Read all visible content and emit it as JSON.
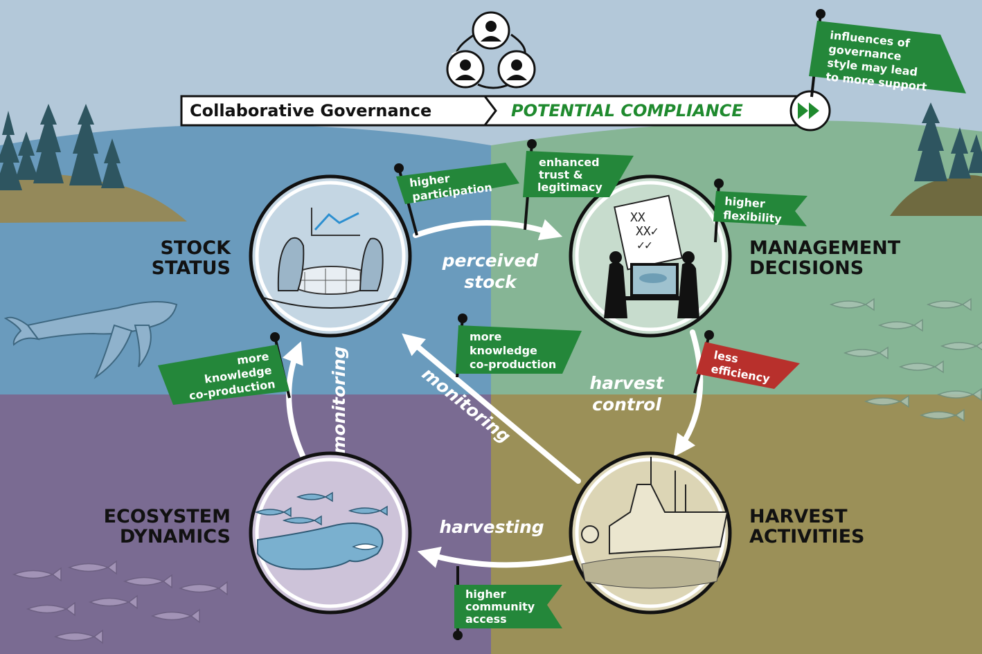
{
  "banner": {
    "left_text": "Collaborative Governance",
    "right_text": "POTENTIAL COMPLIANCE"
  },
  "nodes": {
    "stock_status": [
      "STOCK",
      "STATUS"
    ],
    "management_decisions": [
      "MANAGEMENT",
      "DECISIONS"
    ],
    "harvest_activities": [
      "HARVEST",
      "ACTIVITIES"
    ],
    "ecosystem_dynamics": [
      "ECOSYSTEM",
      "DYNAMICS"
    ]
  },
  "flows": {
    "perceived_stock": [
      "perceived",
      "stock"
    ],
    "harvest_control": [
      "harvest",
      "control"
    ],
    "harvesting": "harvesting",
    "monitoring_vertical": "monitoring",
    "monitoring_diagonal": "monitoring"
  },
  "flags": {
    "governance_support": [
      "influences of",
      "governance",
      "style may lead",
      "to more support"
    ],
    "higher_participation": [
      "higher",
      "participation"
    ],
    "trust_legitimacy": [
      "enhanced",
      "trust &",
      "legitimacy"
    ],
    "higher_flexibility": [
      "higher",
      "flexibility"
    ],
    "knowledge_center": [
      "more",
      "knowledge",
      "co-production"
    ],
    "knowledge_left": [
      "more",
      "knowledge",
      "co-production"
    ],
    "less_efficiency": [
      "less",
      "efficiency"
    ],
    "community_access": [
      "higher",
      "community",
      "access"
    ]
  },
  "icons": {
    "stakeholders": "people-cycle-icon",
    "fast_forward": "fast-forward-icon"
  },
  "colors": {
    "sky": "#b3c8d9",
    "q_top_left": "#6a9bbd",
    "q_top_right": "#86b595",
    "q_bottom_left": "#7a6b92",
    "q_bottom_right": "#9b9058",
    "flag_green": "#24873a",
    "flag_red": "#b8302c",
    "accent_text": "#1f8a2e"
  }
}
